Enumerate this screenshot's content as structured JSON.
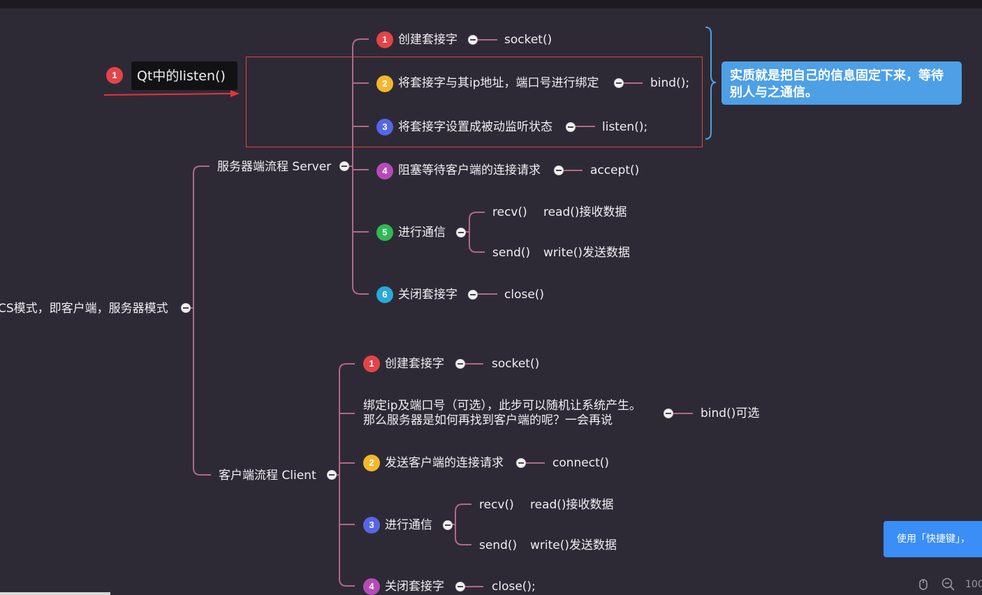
{
  "colors": {
    "background": "#2e2a35",
    "branch_line": "#b06a86",
    "red": "#e5434a",
    "yellow": "#f3b72d",
    "blue": "#5666e6",
    "purple": "#b54bb6",
    "green": "#2fb952",
    "cyan": "#2aa8da",
    "note_bg": "#4d9fe6",
    "brace": "#4d9fe6"
  },
  "floating": {
    "badge": "1",
    "tag": "Qt中的listen()"
  },
  "root": {
    "label": "CS模式，即客户端，服务器模式"
  },
  "server": {
    "label": "服务器端流程 Server",
    "steps": [
      {
        "num": "1",
        "label": "创建套接字",
        "api": "socket()"
      },
      {
        "num": "2",
        "label": "将套接字与其ip地址，端口号进行绑定",
        "api": "bind();"
      },
      {
        "num": "3",
        "label": "将套接字设置成被动监听状态",
        "api": "listen();"
      },
      {
        "num": "4",
        "label": "阻塞等待客户端的连接请求",
        "api": "accept()"
      },
      {
        "num": "5",
        "label": "进行通信",
        "sub": [
          {
            "fn": "recv()",
            "desc": "read()接收数据"
          },
          {
            "fn": "send()",
            "desc": "write()发送数据"
          }
        ]
      },
      {
        "num": "6",
        "label": "关闭套接字",
        "api": "close()"
      }
    ]
  },
  "client": {
    "label": "客户端流程 Client",
    "steps": [
      {
        "num": "1",
        "label": "创建套接字",
        "api": "socket()"
      },
      {
        "label_line1": "绑定ip及端口号（可选），此步可以随机让系统产生。",
        "label_line2": "那么服务器是如何再找到客户端的呢？一会再说",
        "api": "bind()可选"
      },
      {
        "num": "2",
        "label": "发送客户端的连接请求",
        "api": "connect()"
      },
      {
        "num": "3",
        "label": "进行通信",
        "sub": [
          {
            "fn": "recv()",
            "desc": "read()接收数据"
          },
          {
            "fn": "send()",
            "desc": "write()发送数据"
          }
        ]
      },
      {
        "num": "4",
        "label": "关闭套接字",
        "api": "close();"
      }
    ]
  },
  "note": {
    "text": "实质就是把自己的信息固定下来，等待别人与之通信。"
  },
  "tip": {
    "text": "使用「快捷键」，"
  },
  "status": {
    "zoom": "100"
  }
}
